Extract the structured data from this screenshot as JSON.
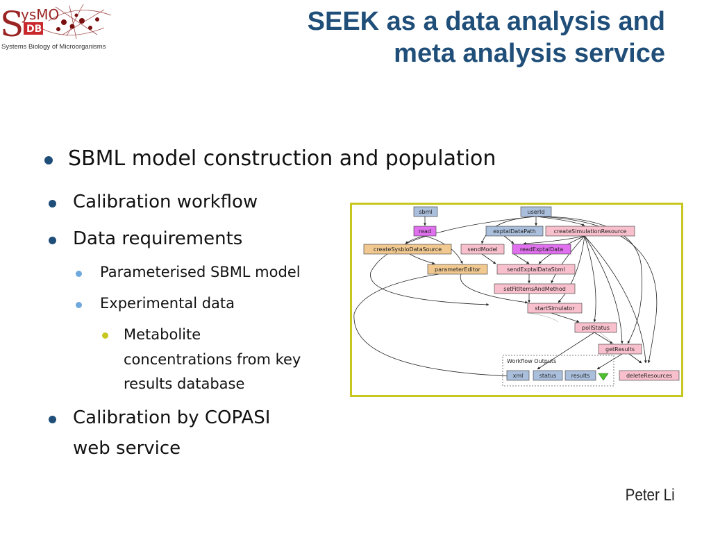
{
  "logo": {
    "letters_big": "S",
    "letters_small": "ysMO",
    "badge": "DB",
    "caption": "Systems Biology of Microorganisms"
  },
  "title": {
    "line1": "SEEK as a data analysis and",
    "line2": "meta analysis service"
  },
  "bullets": {
    "main": "SBML model construction and population",
    "calibration_workflow": "Calibration workflow",
    "data_requirements": "Data requirements",
    "parameterised_model": "Parameterised SBML model",
    "experimental_data": "Experimental data",
    "metabolite_line1": "Metabolite",
    "metabolite_line2": "concentrations from key",
    "metabolite_line3": "results database",
    "copasi_line1": "Calibration by COPASI",
    "copasi_line2": "web service"
  },
  "workflow": {
    "nodes": {
      "sbml": "sbml",
      "userId": "userId",
      "read": "read",
      "exptalDataPath": "exptalDataPath",
      "createSimulationResource": "createSimulationResource",
      "createSysbioDataSource": "createSysbioDataSource",
      "sendModel": "sendModel",
      "readExptalData": "readExptalData",
      "parameterEditor": "parameterEditor",
      "sendExptalDataSbml": "sendExptalDataSbml",
      "setFitItemsAndMethod": "setFitItemsAndMethod",
      "startSimulator": "startSimulator",
      "pollStatus": "pollStatus",
      "getResults": "getResults",
      "deleteResources": "deleteResources"
    },
    "outputs_label": "Workflow Outputs",
    "outputs": {
      "xml": "xml",
      "status": "status",
      "results": "results"
    },
    "colors": {
      "input": "#aabfdc",
      "beanshell": "#e070ee",
      "local": "#f0c890",
      "wsdl": "#f8c0cc",
      "output": "#aabfdc",
      "frame": "#c7c71f"
    }
  },
  "footer": {
    "author": "Peter Li"
  }
}
